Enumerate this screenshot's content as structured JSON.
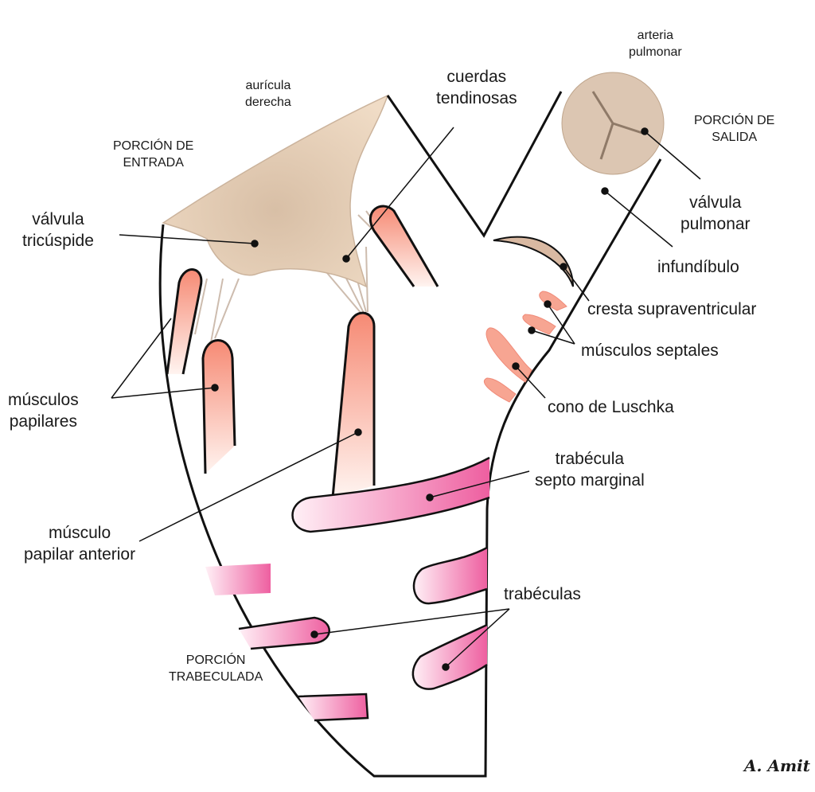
{
  "labels": {
    "arteria_pulmonar": [
      "arteria",
      "pulmonar"
    ],
    "auricula_derecha": [
      "aurícula",
      "derecha"
    ],
    "cuerdas_tendinosas": [
      "cuerdas",
      "tendinosas"
    ],
    "porcion_salida": [
      "PORCIÓN DE",
      "SALIDA"
    ],
    "porcion_entrada": [
      "PORCIÓN DE",
      "ENTRADA"
    ],
    "valvula_tricuspide": [
      "válvula",
      "tricúspide"
    ],
    "valvula_pulmonar": [
      "válvula",
      "pulmonar"
    ],
    "infundibulo": "infundíbulo",
    "cresta_supraventricular": "cresta supraventricular",
    "musculos_septales": "músculos septales",
    "cono_luschka": "cono de Luschka",
    "musculos_papilares": [
      "músculos",
      "papilares"
    ],
    "trabecula_septo": [
      "trabécula",
      "septo marginal"
    ],
    "musculo_papilar_anterior": [
      "músculo",
      "papilar anterior"
    ],
    "trabeculas": "trabéculas",
    "porcion_trabeculada": [
      "PORCIÓN",
      "TRABECULADA"
    ]
  },
  "signature": "A. Amit",
  "colors": {
    "valve": "#e8d3bd",
    "papillary": "#f59a84",
    "trabecula": "#f06aa6",
    "outline": "#111111"
  }
}
